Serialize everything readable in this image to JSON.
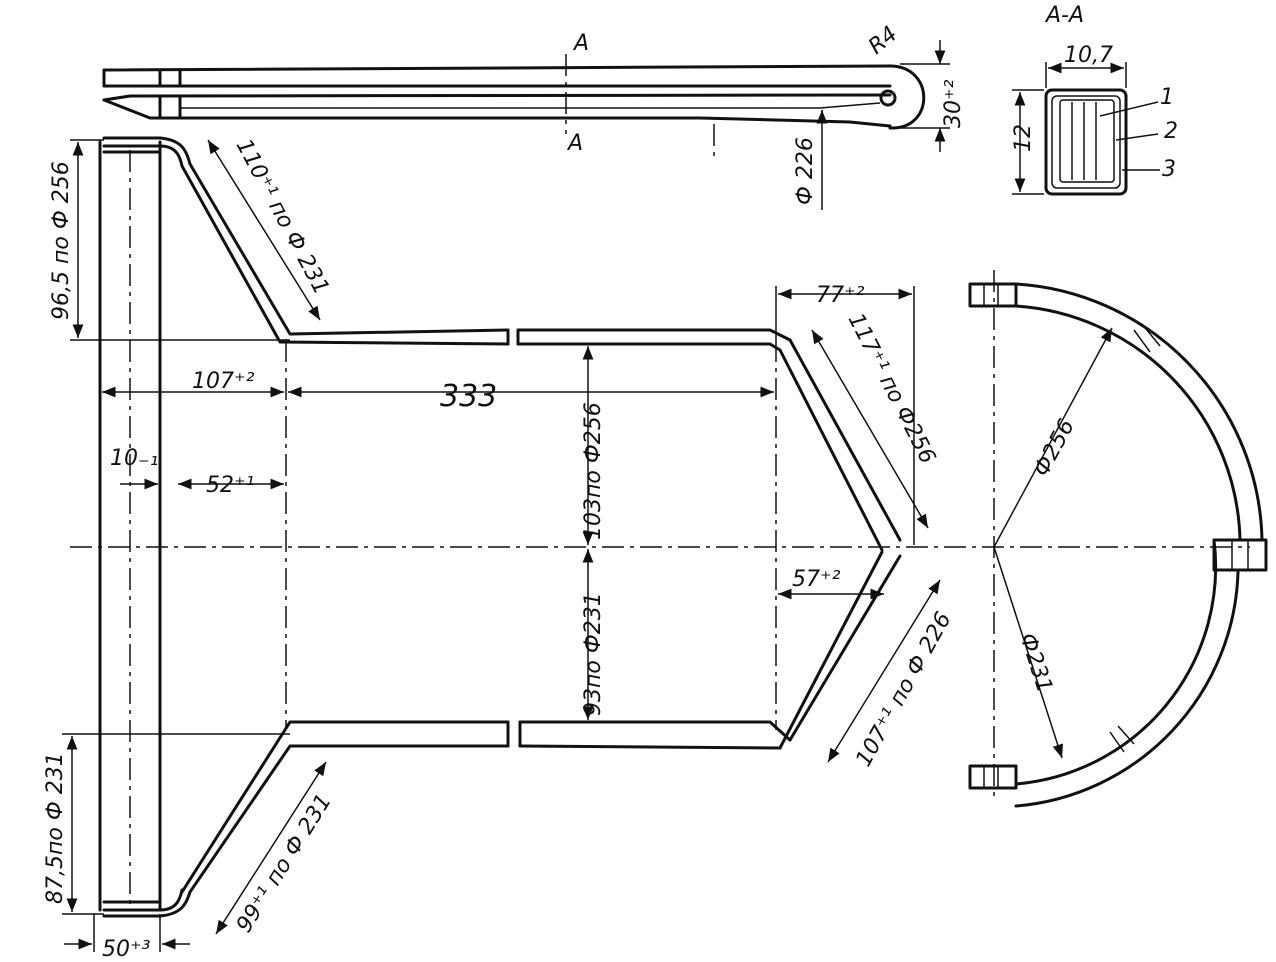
{
  "dims": {
    "section_mark": "A",
    "section_mark_2": "A",
    "section_title": "А-А",
    "r4": "R4",
    "d30": "30⁺²",
    "d226_top": "Ф 226",
    "w107": "10,7",
    "h12": "12",
    "p1": "1",
    "p2": "2",
    "p3": "3",
    "d965": "96,5 по Ф 256",
    "d110": "110⁺¹ по Ф 231",
    "d107": "107⁺²",
    "d333": "333",
    "d10": "10₋₁",
    "d52": "52⁺¹",
    "d103": "103по Ф256",
    "d93": "93по Ф231",
    "d77": "77⁺²",
    "d117": "117⁺¹ по Ф256",
    "d57": "57⁺²",
    "d107b": "107⁺¹ по Ф 226",
    "d875": "87,5по Ф 231",
    "d99": "99⁺¹ по Ф 231",
    "d50": "50⁺³",
    "phi256": "Ф256",
    "phi231": "Ф231"
  }
}
